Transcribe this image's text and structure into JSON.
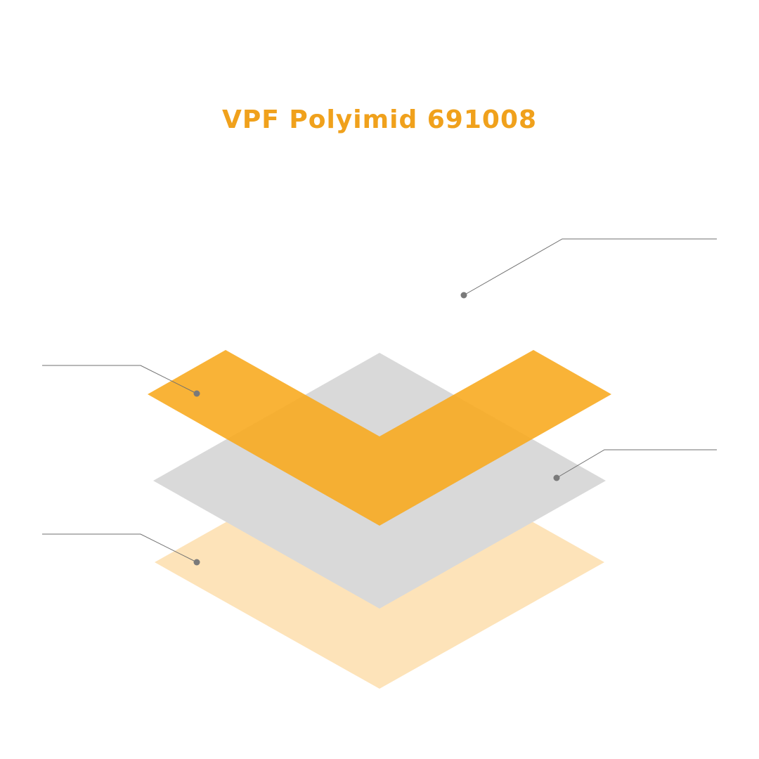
{
  "title": "VPF Polyimid 691008",
  "colors": {
    "title": "#f0a11c",
    "top_layer": "#f8b334",
    "top_layer_overlap": "#f2ad2e",
    "middle_layer": "#d9d9d9",
    "bottom_layer": "#fde3b9",
    "leader_line": "#6f6f6f",
    "leader_dot": "#7a7a7a"
  },
  "layers": [
    {
      "id": "top",
      "shape": "chevron",
      "color_key": "top_layer"
    },
    {
      "id": "middle",
      "shape": "rhombus",
      "color_key": "middle_layer"
    },
    {
      "id": "bottom",
      "shape": "rhombus",
      "color_key": "bottom_layer"
    }
  ],
  "callouts": [
    {
      "id": "callout-top-right",
      "label": ""
    },
    {
      "id": "callout-top-layer",
      "label": ""
    },
    {
      "id": "callout-middle-layer",
      "label": ""
    },
    {
      "id": "callout-bottom-layer",
      "label": ""
    }
  ]
}
